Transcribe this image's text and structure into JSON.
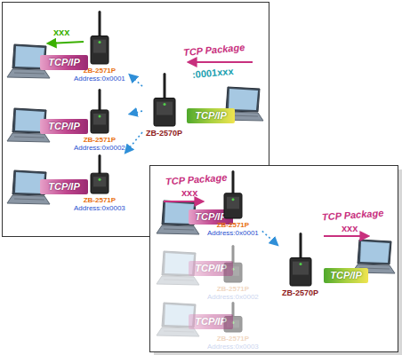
{
  "diagram": {
    "nodes": [
      {
        "text": [
          "ZB-2571P",
          "Address:0x0001"
        ]
      },
      {
        "text": [
          "TCP/IP"
        ]
      },
      {
        "text": [
          "ZB-2571P",
          "Address:0x0002"
        ]
      },
      {
        "text": [
          "TCP/IP"
        ]
      },
      {
        "text": [
          "ZB-2571P",
          "Address:0x0003"
        ]
      },
      {
        "text": [
          "TCP/IP"
        ]
      },
      {
        "text": [
          "ZB-2570P"
        ]
      },
      {
        "text": [
          "TCP/IP"
        ]
      },
      {
        "text": [
          "TCP/IP"
        ]
      },
      {
        "text": [
          "ZB-2571P",
          "Address:0x0001"
        ]
      },
      {
        "text": [
          "ZB-2571P",
          "Address:0x0002"
        ]
      },
      {
        "text": [
          "TCP/IP"
        ]
      },
      {
        "text": [
          "ZB-2571P",
          "Address:0x0003"
        ]
      },
      {
        "text": [
          "TCP/IP"
        ]
      },
      {
        "text": [
          "ZB-2570P"
        ]
      },
      {
        "text": [
          "TCP/IP"
        ]
      }
    ],
    "edges": [
      {
        "from": 6,
        "to": 0,
        "arrow": "to"
      },
      {
        "from": 6,
        "to": 2,
        "arrow": "to"
      },
      {
        "from": 6,
        "to": 4,
        "arrow": "to"
      },
      {
        "from": 9,
        "to": 14,
        "arrow": "to"
      }
    ],
    "labels": [
      "xxx",
      "TCP Package",
      ":0001xxx",
      "TCP Package",
      "xxx",
      "TCP Package",
      "xxx"
    ]
  }
}
